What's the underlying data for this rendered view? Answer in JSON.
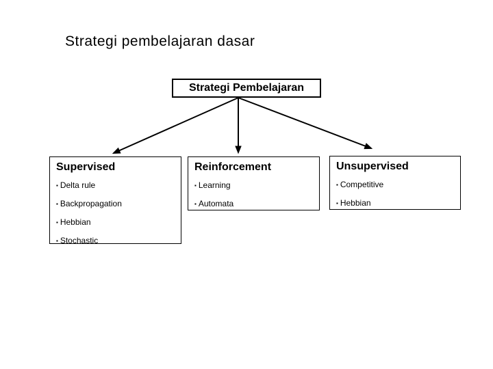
{
  "slide": {
    "title": "Strategi pembelajaran dasar",
    "bullet_char": "▪",
    "root_node": {
      "label": "Strategi Pembelajaran"
    },
    "boxes": [
      {
        "header": "Supervised",
        "items": [
          "Delta rule",
          "Backpropagation",
          "Hebbian",
          "Stochastic"
        ]
      },
      {
        "header": "Reinforcement",
        "items": [
          "Learning",
          "Automata"
        ]
      },
      {
        "header": "Unsupervised",
        "items": [
          "Competitive",
          "Hebbian"
        ]
      }
    ],
    "colors": {
      "background": "#ffffff",
      "text": "#000000",
      "border": "#000000",
      "arrow": "#000000"
    }
  }
}
